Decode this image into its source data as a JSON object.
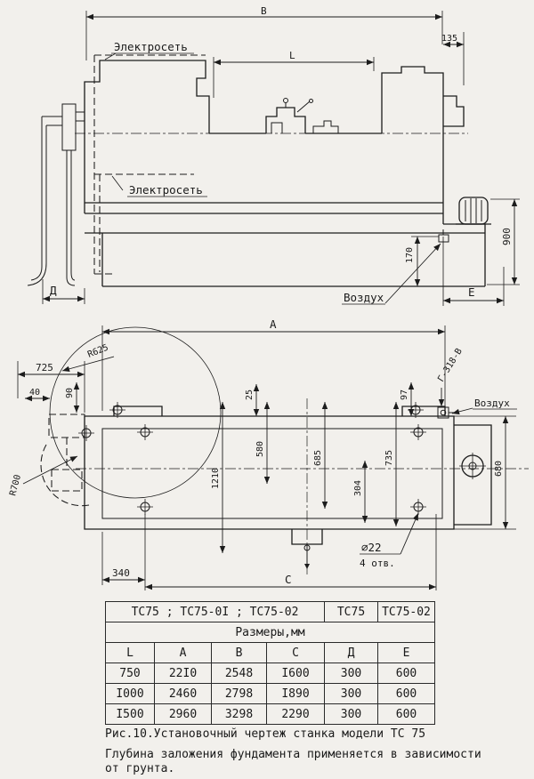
{
  "side_view": {
    "electroset_top": "Электросеть",
    "electroset_bottom": "Электросеть",
    "vozduh": "Воздух",
    "dim_B": "В",
    "dim_L": "L",
    "dim_135": "135",
    "dim_900": "900",
    "dim_170": "170",
    "dim_D": "Д",
    "dim_E": "Е"
  },
  "plan_view": {
    "vozduh": "Воздух",
    "pipe_mark": "Г-318-В",
    "dim_A": "А",
    "dim_725": "725",
    "dim_40": "40",
    "dim_90": "90",
    "r625": "R625",
    "r700": "R700",
    "dim_25": "25",
    "dim_97": "97",
    "dim_580": "580",
    "dim_1210": "1210",
    "dim_685": "685",
    "dim_304": "304",
    "dim_735": "735",
    "dim_680": "680",
    "dim_340": "340",
    "dim_C": "С",
    "hole_dia": "∅22",
    "hole_count": "4 отв."
  },
  "table": {
    "models_main": "ТС75 ; ТС75-0I ; ТС75-02",
    "models_d": "ТС75",
    "models_e": "ТС75-02",
    "subtitle": "Размеры,мм",
    "columns": [
      "L",
      "А",
      "В",
      "С",
      "Д",
      "Е"
    ],
    "rows": [
      [
        "750",
        "22I0",
        "2548",
        "I600",
        "300",
        "600"
      ],
      [
        "I000",
        "2460",
        "2798",
        "I890",
        "300",
        "600"
      ],
      [
        "I500",
        "2960",
        "3298",
        "2290",
        "300",
        "600"
      ]
    ]
  },
  "caption": {
    "figure": "Рис.10.Установочный чертеж станка модели ТС 75",
    "note_line1": "Глубина заложения фундамента применяется в зависимости",
    "note_line2": "от грунта."
  }
}
